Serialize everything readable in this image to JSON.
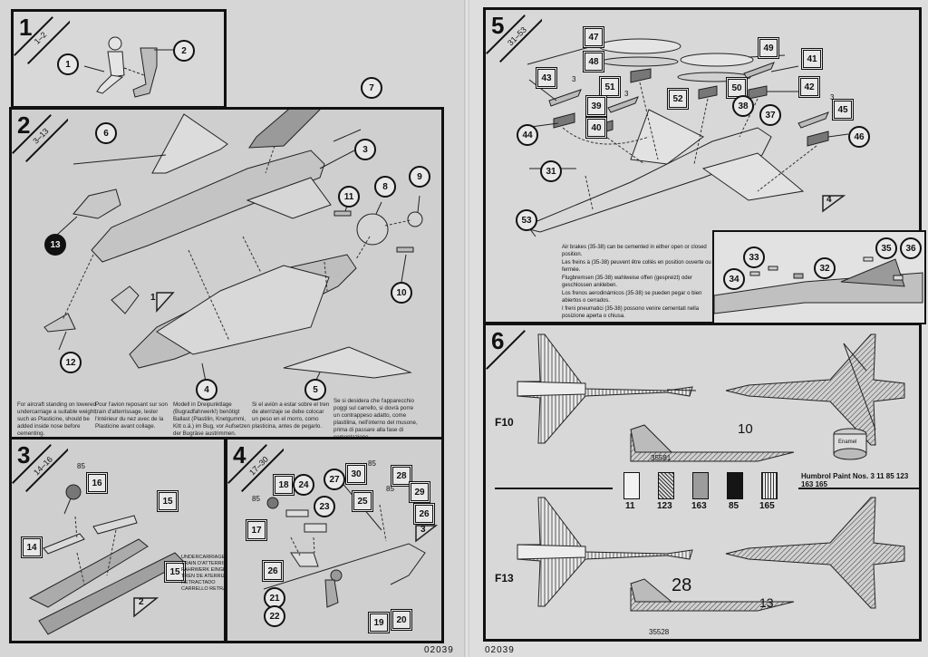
{
  "document": {
    "code_left": "02039",
    "code_right": "02039"
  },
  "steps": [
    {
      "number": "1",
      "range": "1–2",
      "parts": [
        "1",
        "2"
      ]
    },
    {
      "number": "2",
      "range": "3–13",
      "parts": [
        "3",
        "4",
        "5",
        "6",
        "7",
        "8",
        "9",
        "10",
        "11",
        "12",
        "13"
      ],
      "ref_step": "1"
    },
    {
      "number": "3",
      "range": "14–16",
      "parts": [
        "14",
        "15",
        "16"
      ],
      "ref_step": "2",
      "paint_ref": "85"
    },
    {
      "number": "4",
      "range": "17–30",
      "parts": [
        "17",
        "18",
        "19",
        "20",
        "21",
        "22",
        "23",
        "24",
        "25",
        "26",
        "27",
        "28",
        "29",
        "30"
      ],
      "ref_step": "3",
      "paint_ref": "85"
    },
    {
      "number": "5",
      "range": "31–53",
      "parts": [
        "31",
        "32",
        "33",
        "34",
        "35",
        "36",
        "37",
        "38",
        "39",
        "40",
        "41",
        "42",
        "43",
        "44",
        "45",
        "46",
        "47",
        "48",
        "49",
        "50",
        "51",
        "52",
        "53"
      ],
      "ref_step": "4",
      "paint_ref": "3"
    },
    {
      "number": "6",
      "range": ""
    }
  ],
  "ballast_note": {
    "en": "For aircraft standing on lowered undercarriage a suitable weight, such as Plasticine, should be added inside nose before cementing.",
    "fr": "Pour l'avion reposant sur son train d'atterrissage, lester l'intérieur du nez avec de la Plasticine avant collage.",
    "de": "Modell in Dreipunktlage (Bugradfahrwerk!) benötigt Ballast (Plastilin, Knetgummi, Kitt o.ä.) im Bug, vor Aufsetzen der Bugräse austrimmen.",
    "es": "Si el avión a estar sobre el tren de aterrizaje se debe colocar un peso en el morro, como plasticina, antes de pegarlo.",
    "it": "Se si desidera che l'apparecchio poggi sul carrello, si dovrà porre un contrappeso adatto, come plastilina, nell'interno del musone, prima di passare alla fase di cementazione."
  },
  "undercarriage_note": [
    "UNDERCARRIAGE RETRACTED",
    "TRAIN D'ATTERRISSAGE RENTRÉ",
    "FAHRWERK EINGEZOGEN",
    "TREN DE ATERRIZAJE RETRACTADO",
    "CARRELLO RETRATTO"
  ],
  "airbrake_note": [
    "Air brakes (35-38) can be cemented in either open or closed position.",
    "Les freins à (35-38) peuvent être collés en position ouverte ou fermée.",
    "Flugbremsen (35-38) wahlweise offen (gespreizt) oder geschlossen ankleben.",
    "Los frenos aerodinámicos (35-38) se pueden pegar o bien abiertos o cerrados.",
    "I freni pneumatici (35-38) possono venire cementati nella posizione aperta o chiusa."
  ],
  "painting": {
    "schemes": [
      {
        "unit": "F10",
        "code": "10",
        "serial": "35581"
      },
      {
        "unit": "F13",
        "code": "28",
        "code2": "13",
        "serial": "35528"
      }
    ],
    "paint_caption": "Humbrol Paint Nos. 3 11 85 123 163 165",
    "tin_label": "Enamel",
    "swatches": [
      {
        "number": "11",
        "pattern": "white"
      },
      {
        "number": "123",
        "pattern": "diagonal-hatch"
      },
      {
        "number": "163",
        "pattern": "grey"
      },
      {
        "number": "85",
        "pattern": "black"
      },
      {
        "number": "165",
        "pattern": "vertical-stripes"
      }
    ]
  }
}
